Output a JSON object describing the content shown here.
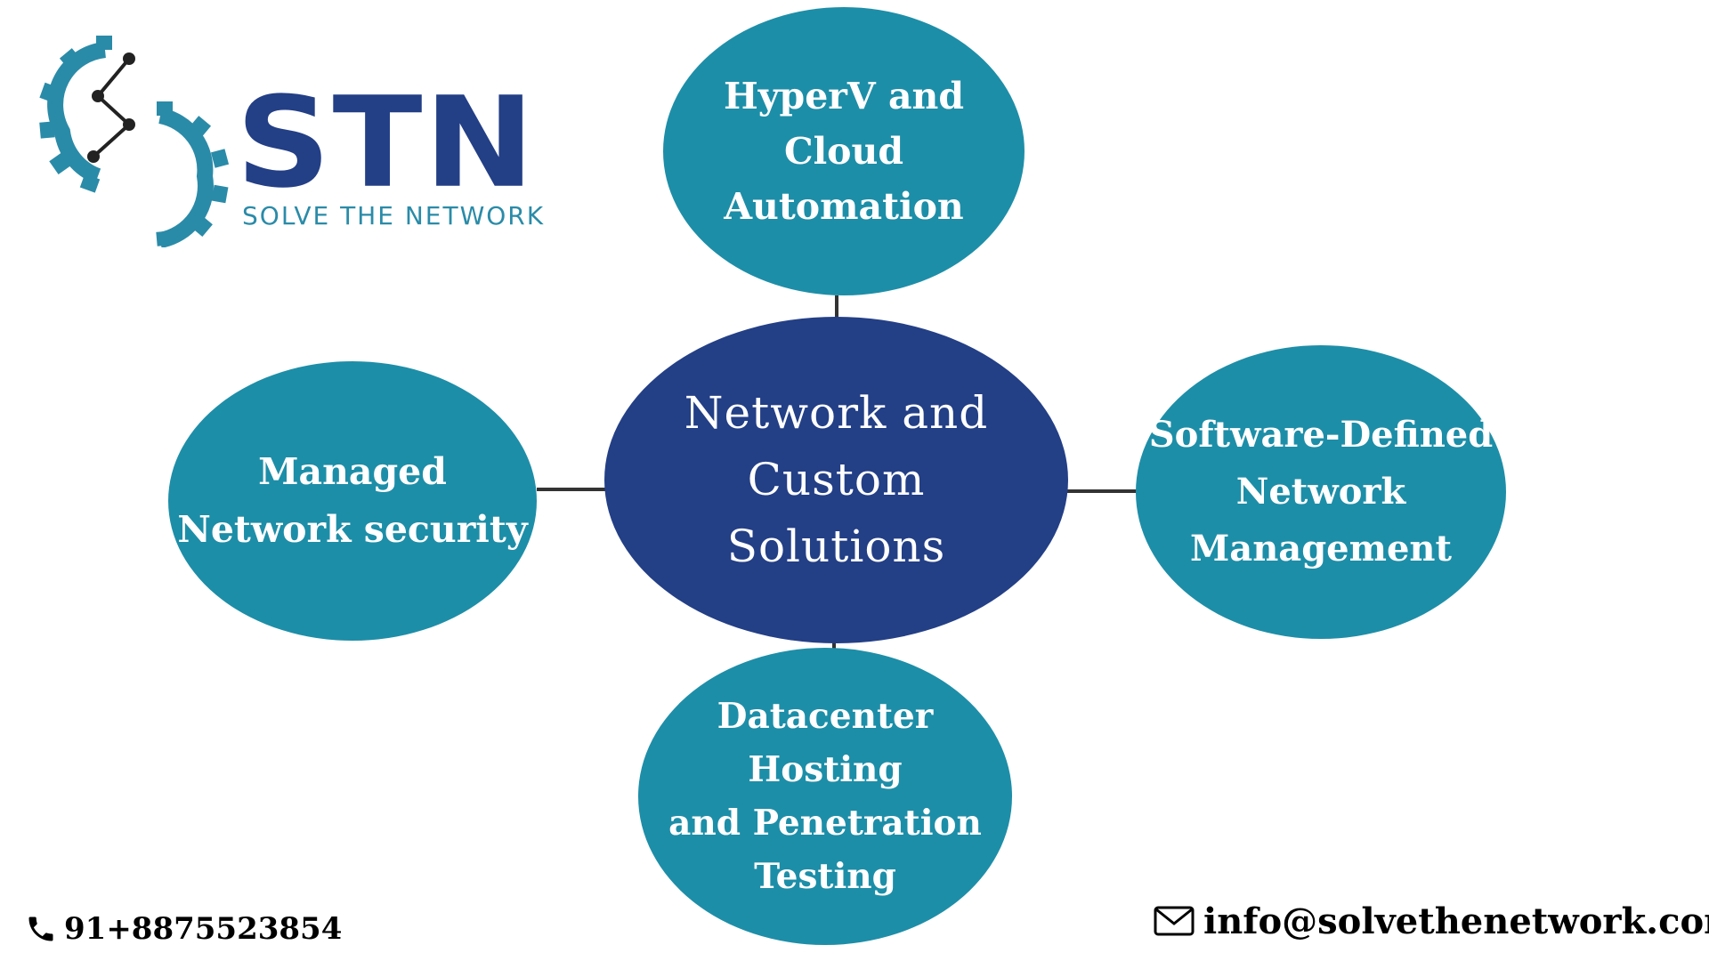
{
  "brand": {
    "logo_word": "STN",
    "tagline": "SOLVE THE NETWORK",
    "primary_color": "#233f86",
    "accent_color": "#1d8ea8"
  },
  "diagram": {
    "center": {
      "label": "Network and\nCustom\nSolutions",
      "color": "#233f86"
    },
    "nodes": {
      "top": {
        "label": "HyperV and\nCloud\nAutomation"
      },
      "left": {
        "label": "Managed\nNetwork security"
      },
      "right": {
        "label": "Software-Defined\nNetwork\nManagement"
      },
      "bottom": {
        "label": "Datacenter Hosting\nand Penetration\nTesting"
      }
    },
    "node_color": "#1d8ea8",
    "connector_color": "#333333"
  },
  "contact": {
    "phone": "91+8875523854",
    "phone_icon": "phone-icon",
    "email": "info@solvethenetwork.com",
    "email_icon": "mail-icon"
  }
}
